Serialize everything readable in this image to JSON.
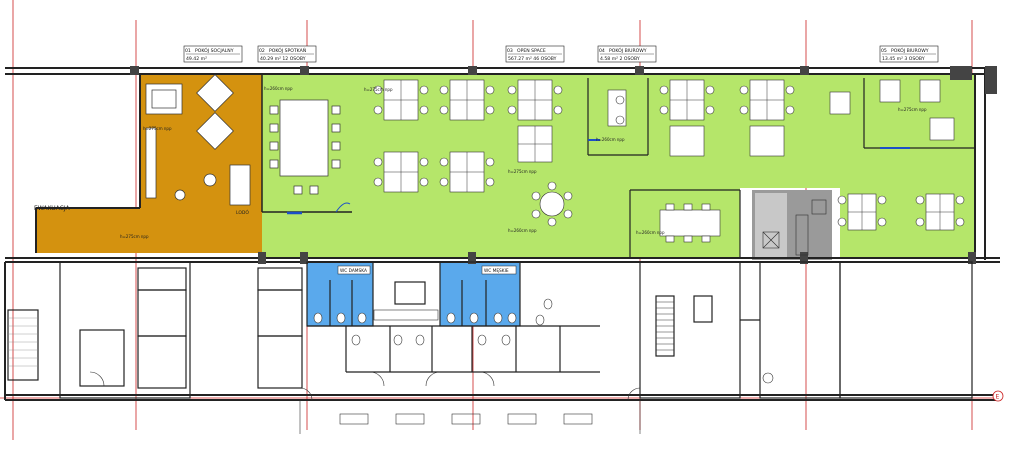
{
  "room_labels": [
    {
      "line1": "POKÓJ SOCJALNY",
      "line2": "49.42 m²"
    },
    {
      "line1": "POKÓJ SPOTKAŃ",
      "line2": "40.29 m²  12 OSOBY"
    },
    {
      "line1": "OPEN SPACE",
      "line2": "567.27 m²  46 OSOBY"
    },
    {
      "line1": "POKÓJ BIUROWY",
      "line2": "4.58 m²  2 OSOBY"
    },
    {
      "line1": "POKÓJ BIUROWY",
      "line2": "13.45 m²  3 OSOBY"
    }
  ],
  "room_ids": [
    "01",
    "02",
    "03",
    "04",
    "05"
  ],
  "evacuation_label": "EWAKUACJA",
  "height_notes": [
    "h=275cm npp",
    "h=275cm npp",
    "h=260cm npp",
    "h=275cm npp",
    "h=275cm npp",
    "h=260cm npp",
    "h=260cm npp",
    "h=260cm npp",
    "h=275cm npp"
  ],
  "wc_labels": [
    "WC DAMSKA",
    "WC MĘSKIE"
  ],
  "lodo_label": "LODÓ",
  "axis_label": "E",
  "colors": {
    "social": "#d4920f",
    "openspace": "#b5e66a",
    "wc": "#5aa9ec",
    "tech": "#9a9a9a",
    "walls": "#222222",
    "axis": "#cc2222",
    "doors": "#1b4fc8"
  }
}
